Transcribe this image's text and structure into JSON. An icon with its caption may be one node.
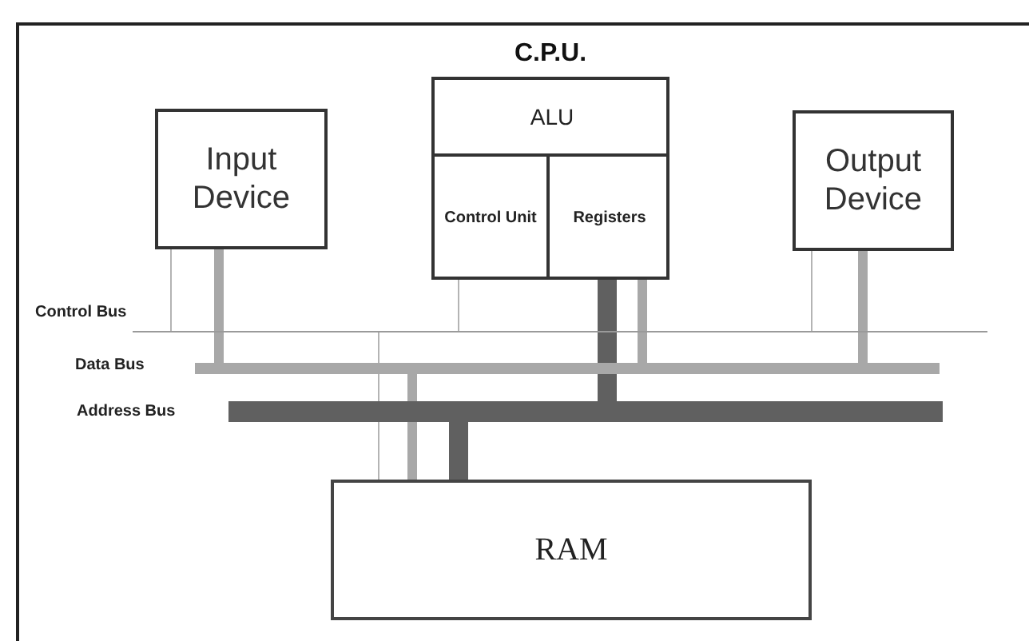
{
  "diagram": {
    "nodes": [
      {
        "text": [
          "Input Device"
        ]
      },
      {
        "text": [
          "C.P.U."
        ]
      },
      {
        "text": [
          "ALU"
        ],
        "in": 1
      },
      {
        "text": [
          "Control Unit"
        ],
        "in": 1
      },
      {
        "text": [
          "Registers"
        ],
        "in": 1
      },
      {
        "text": [
          "Output Device"
        ]
      },
      {
        "text": [],
        "shape": "bar"
      },
      {
        "text": [],
        "shape": "bar"
      },
      {
        "text": [],
        "shape": "bar"
      },
      {
        "text": [
          "RAM"
        ]
      }
    ],
    "edges": [
      {
        "from": 0,
        "to": 6,
        "arrow": "none",
        "color": "#b4b4b4"
      },
      {
        "from": 0,
        "to": 7,
        "arrow": "none"
      },
      {
        "from": 3,
        "to": 6,
        "arrow": "none",
        "color": "#b4b4b4"
      },
      {
        "from": 4,
        "to": 8,
        "arrow": "none",
        "style": "thick",
        "color": "#606060"
      },
      {
        "from": 4,
        "to": 7,
        "arrow": "none"
      },
      {
        "from": 5,
        "to": 6,
        "arrow": "none",
        "color": "#b4b4b4"
      },
      {
        "from": 5,
        "to": 7,
        "arrow": "none"
      },
      {
        "from": 6,
        "to": 9,
        "arrow": "none",
        "color": "#b4b4b4"
      },
      {
        "from": 7,
        "to": 9,
        "arrow": "none"
      },
      {
        "from": 8,
        "to": 9,
        "arrow": "none",
        "style": "thick",
        "color": "#606060"
      }
    ],
    "labels": [
      "Control Bus",
      "Data Bus",
      "Address Bus"
    ]
  }
}
